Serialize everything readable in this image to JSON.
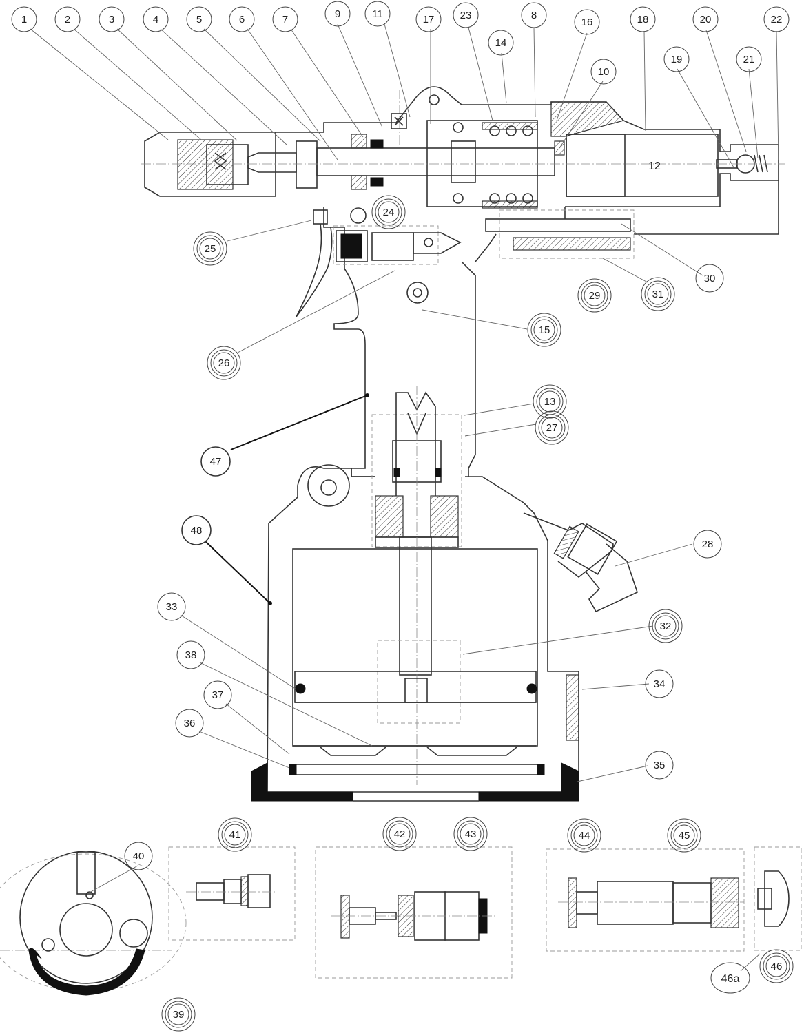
{
  "callouts": {
    "p1": "1",
    "p2": "2",
    "p3": "3",
    "p4": "4",
    "p5": "5",
    "p6": "6",
    "p7": "7",
    "p8": "8",
    "p9": "9",
    "p10": "10",
    "p11": "11",
    "p12": "12",
    "p13": "13",
    "p14": "14",
    "p15": "15",
    "p16": "16",
    "p17": "17",
    "p18": "18",
    "p19": "19",
    "p20": "20",
    "p21": "21",
    "p22": "22",
    "p23": "23",
    "p24": "24",
    "p25": "25",
    "p26": "26",
    "p27": "27",
    "p28": "28",
    "p29": "29",
    "p30": "30",
    "p31": "31",
    "p32": "32",
    "p33": "33",
    "p34": "34",
    "p35": "35",
    "p36": "36",
    "p37": "37",
    "p38": "38",
    "p39": "39",
    "p40": "40",
    "p41": "41",
    "p42": "42",
    "p43": "43",
    "p44": "44",
    "p45": "45",
    "p46": "46",
    "p46a": "46a",
    "p47": "47",
    "p48": "48"
  }
}
